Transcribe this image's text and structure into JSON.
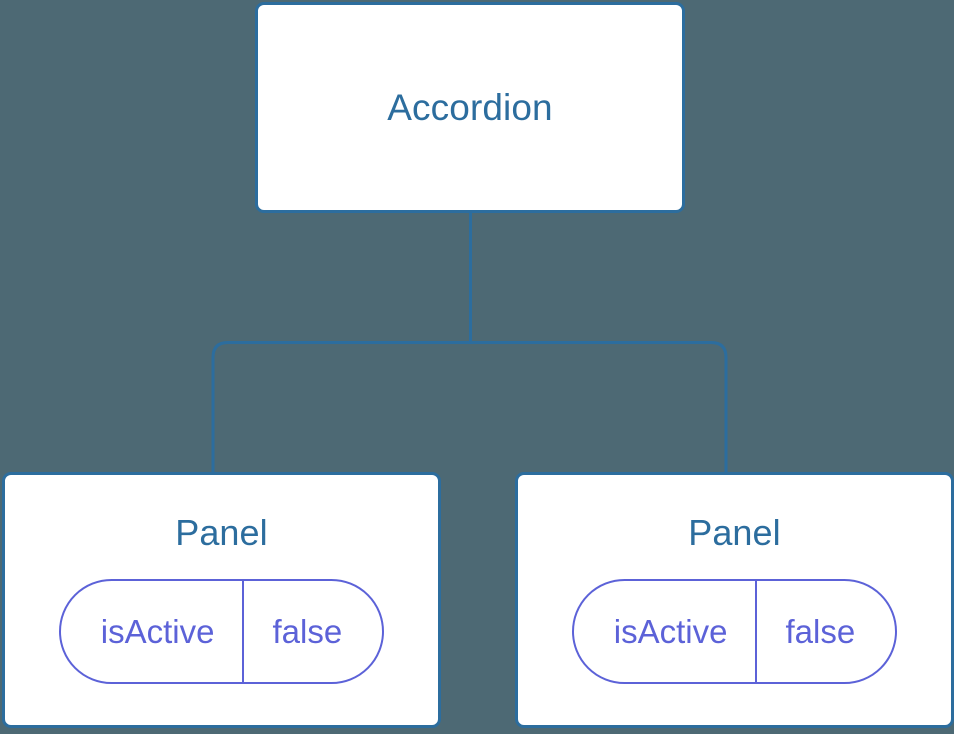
{
  "canvas": {
    "background_color": "#4d6974",
    "node_border_color": "#2c6d9e",
    "node_fill_color": "#ffffff",
    "title_color": "#2c6d9e",
    "prop_color": "#5c62d8",
    "edge_color": "#2c6d9e"
  },
  "tree": {
    "root": {
      "title": "Accordion"
    },
    "children": [
      {
        "title": "Panel",
        "props": [
          {
            "key": "isActive",
            "value": "false"
          }
        ]
      },
      {
        "title": "Panel",
        "props": [
          {
            "key": "isActive",
            "value": "false"
          }
        ]
      }
    ]
  }
}
